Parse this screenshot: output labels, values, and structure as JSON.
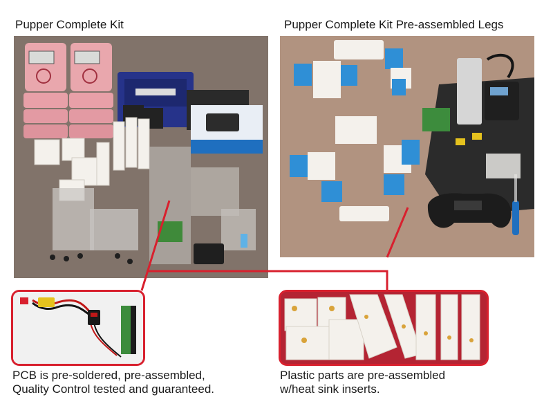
{
  "left_photo": {
    "title": "Pupper Complete Kit"
  },
  "right_photo": {
    "title": "Pupper Complete Kit Pre-assembled Legs"
  },
  "pcb_callout": {
    "line1": "PCB is pre-soldered, pre-assembled,",
    "line2": "Quality Control tested and guaranteed."
  },
  "plastic_callout": {
    "line1": "Plastic parts are pre-assembled",
    "line2": "w/heat sink inserts."
  },
  "colors": {
    "highlight_red": "#d8202e",
    "servo_blue": "#2f8fd6",
    "plastic_white": "#f4f1ec",
    "carbon_dark": "#2b2b2b",
    "battery_pink": "#e9a7ad"
  },
  "icons": [
    "callout-connector-line",
    "game-controller-icon",
    "screwdriver-icon",
    "charger-icon"
  ]
}
